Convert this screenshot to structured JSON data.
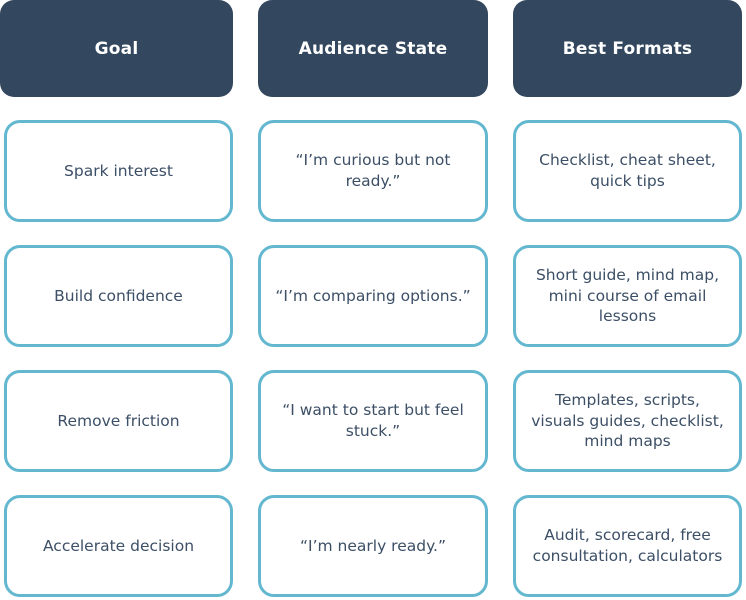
{
  "colors": {
    "header_background": "#33485f",
    "header_text": "#ffffff",
    "cell_border": "#63b8d0",
    "cell_background": "#ffffff",
    "cell_text": "#3c4f66",
    "page_background": "#ffffff"
  },
  "table": {
    "columns": [
      {
        "key": "goal",
        "label": "Goal"
      },
      {
        "key": "audience_state",
        "label": "Audience State"
      },
      {
        "key": "best_formats",
        "label": "Best Formats"
      }
    ],
    "rows": [
      {
        "goal": "Spark interest",
        "audience_state": "“I’m curious but not ready.”",
        "best_formats": "Checklist, cheat sheet, quick tips"
      },
      {
        "goal": "Build confidence",
        "audience_state": "“I’m comparing options.”",
        "best_formats": "Short guide, mind map, mini course of email lessons"
      },
      {
        "goal": "Remove friction",
        "audience_state": "“I want to start but feel stuck.”",
        "best_formats": "Templates, scripts, visuals guides, checklist, mind maps"
      },
      {
        "goal": "Accelerate decision",
        "audience_state": "“I’m nearly ready.”",
        "best_formats": "Audit, scorecard, free consultation, calculators"
      }
    ]
  }
}
